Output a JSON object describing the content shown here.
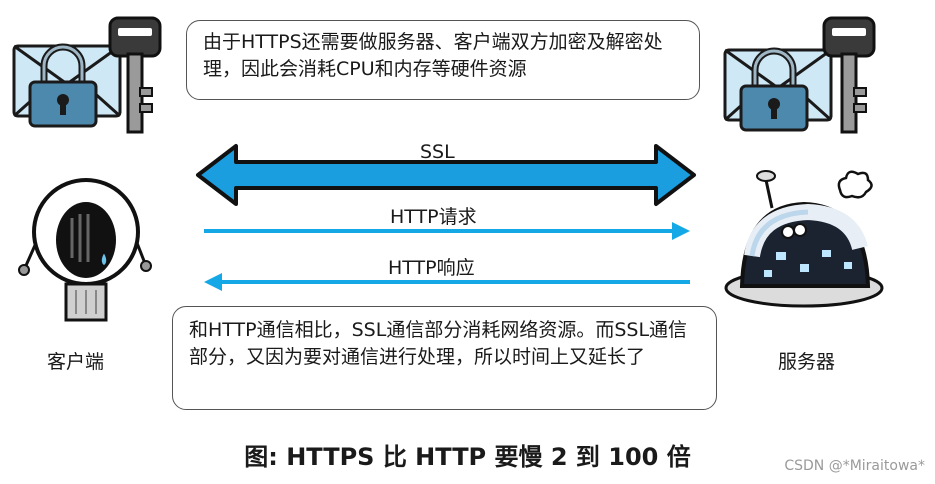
{
  "notes": {
    "top": "由于HTTPS还需要做服务器、客户端双方加密及解密处理，因此会消耗CPU和内存等硬件资源",
    "bottom": "和HTTP通信相比，SSL通信部分消耗网络资源。而SSL通信部分，又因为要对通信进行处理，所以时间上又延长了"
  },
  "links": {
    "ssl": "SSL",
    "request": "HTTP请求",
    "response": "HTTP响应"
  },
  "actors": {
    "client": "客户端",
    "server": "服务器"
  },
  "caption": "图: HTTPS 比 HTTP 要慢 2 到 100 倍",
  "watermark": "CSDN @*Miraitowa*",
  "colors": {
    "ssl_arrow": "#1a9ee0",
    "http_arrow": "#15a8e6",
    "outline": "#1a1a1a"
  }
}
